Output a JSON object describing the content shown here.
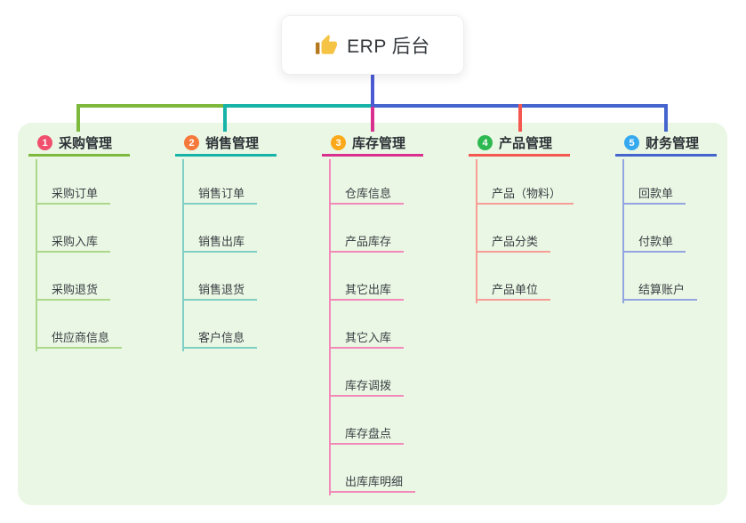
{
  "root": {
    "label": "ERP 后台",
    "icon": "thumbs-up-icon"
  },
  "connectors": {
    "stem_color": "#4C5BD4"
  },
  "branches": [
    {
      "index": "1",
      "title": "采购管理",
      "color": "#7DB93C",
      "child_color": "#ACD88B",
      "badge_color": "#F0506E",
      "children": [
        "采购订单",
        "采购入库",
        "采购退货",
        "供应商信息"
      ]
    },
    {
      "index": "2",
      "title": "销售管理",
      "color": "#16B3A6",
      "child_color": "#7FCFC6",
      "badge_color": "#F5793B",
      "children": [
        "销售订单",
        "销售出库",
        "销售退货",
        "客户信息"
      ]
    },
    {
      "index": "3",
      "title": "库存管理",
      "color": "#D93090",
      "child_color": "#F28AB9",
      "badge_color": "#FBA81A",
      "children": [
        "仓库信息",
        "产品库存",
        "其它出库",
        "其它入库",
        "库存调拨",
        "库存盘点",
        "出库库明细"
      ]
    },
    {
      "index": "4",
      "title": "产品管理",
      "color": "#F4574F",
      "child_color": "#F89D96",
      "badge_color": "#2DB850",
      "children": [
        "产品（物料）",
        "产品分类",
        "产品单位"
      ]
    },
    {
      "index": "5",
      "title": "财务管理",
      "color": "#4565CE",
      "child_color": "#92A5E1",
      "badge_color": "#35A9EF",
      "children": [
        "回款单",
        "付款单",
        "结算账户"
      ]
    }
  ]
}
